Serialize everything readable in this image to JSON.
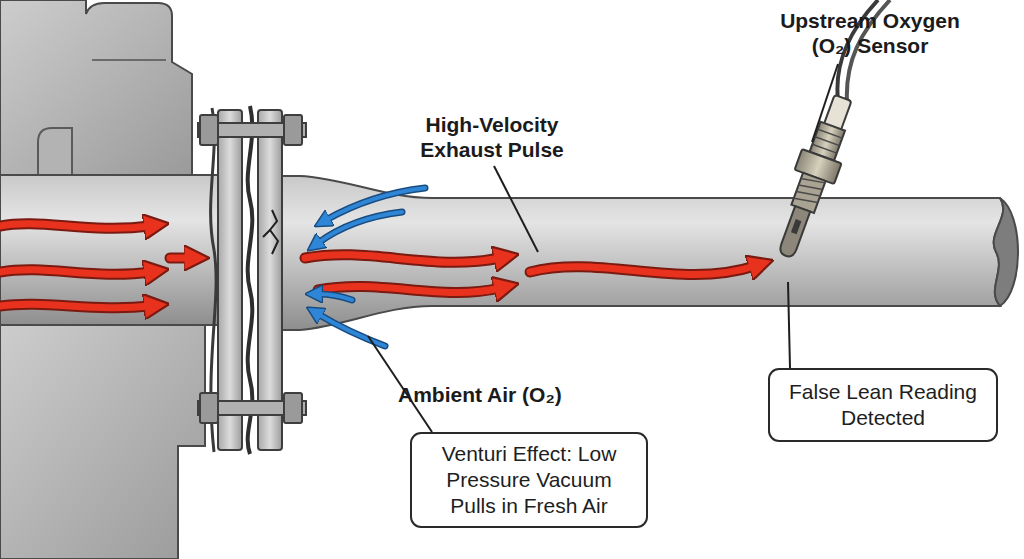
{
  "diagram": {
    "nodes": [
      {
        "text": [
          "False Lean Reading Detected"
        ]
      },
      {
        "text": [
          "Venturi Effect: Low Pressure Vacuum Pulls in Fresh Air"
        ]
      }
    ],
    "labels": [
      "Upstream Oxygen (O₂) Sensor",
      "High-Velocity Exhaust Pulse",
      "Ambient Air (O₂)"
    ]
  }
}
